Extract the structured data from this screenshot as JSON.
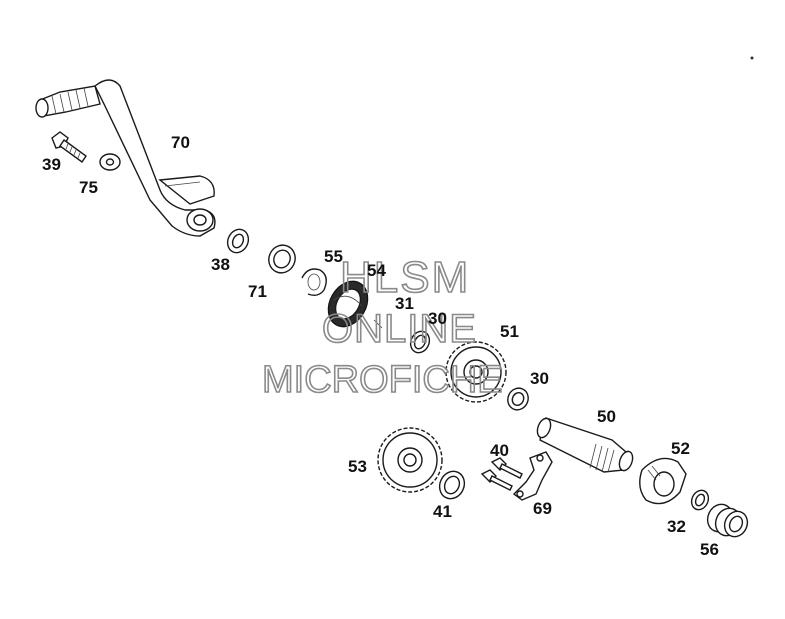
{
  "watermark": {
    "line1": "HLSM",
    "line2": "ONLINE",
    "line3": "MICROFICHE"
  },
  "callouts": {
    "p70": "70",
    "p39": "39",
    "p75": "75",
    "p38": "38",
    "p71": "71",
    "p55": "55",
    "p54": "54",
    "p31": "31",
    "p30a": "30",
    "p51": "51",
    "p30b": "30",
    "p50": "50",
    "p53": "53",
    "p40": "40",
    "p41": "41",
    "p69": "69",
    "p52": "52",
    "p32": "32",
    "p56": "56"
  }
}
